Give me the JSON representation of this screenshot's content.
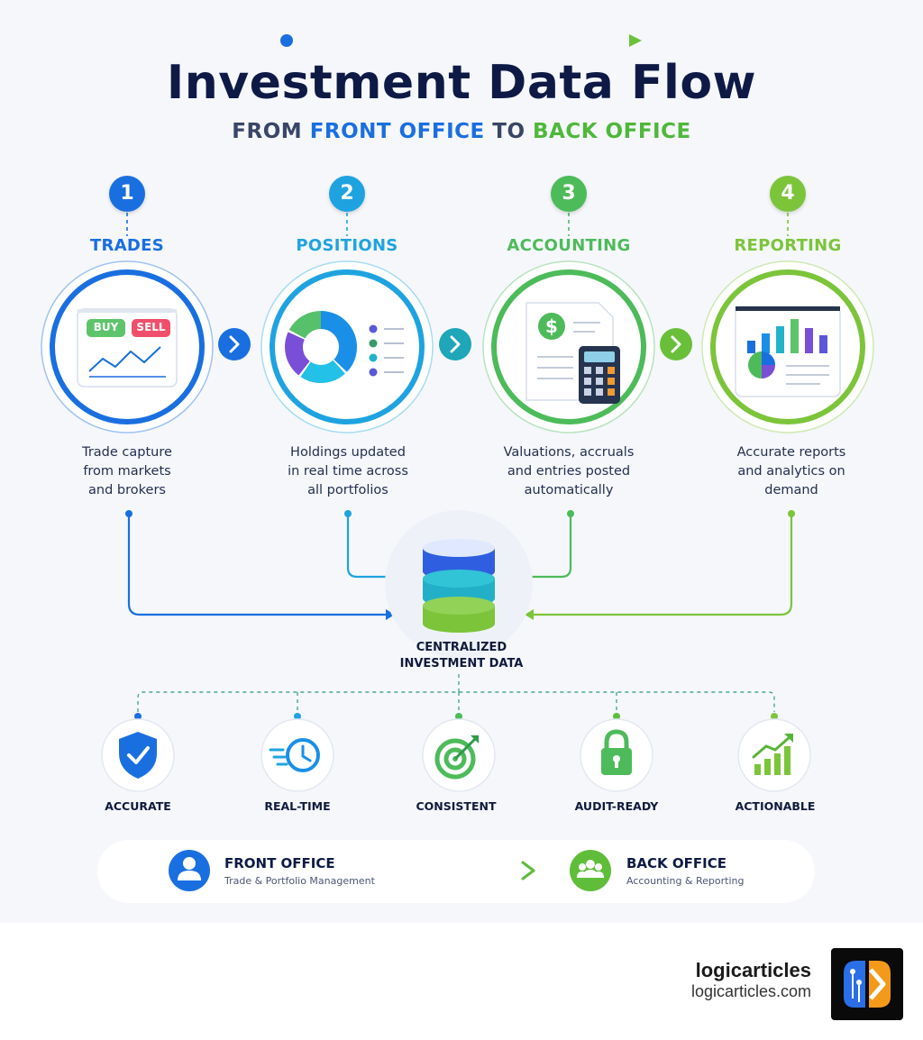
{
  "header": {
    "title": "Investment Data Flow",
    "subtitle_from": "FROM",
    "subtitle_front": "FRONT OFFICE",
    "subtitle_to": "TO",
    "subtitle_back": "BACK OFFICE"
  },
  "steps": [
    {
      "number": "1",
      "label": "TRADES",
      "desc": [
        "Trade capture",
        "from markets",
        "and brokers"
      ],
      "color": "#1a6fe0",
      "buy_label": "BUY",
      "sell_label": "SELL"
    },
    {
      "number": "2",
      "label": "POSITIONS",
      "desc": [
        "Holdings updated",
        "in real time across",
        "all portfolios"
      ],
      "color": "#1fa3e0"
    },
    {
      "number": "3",
      "label": "ACCOUNTING",
      "desc": [
        "Valuations, accruals",
        "and entries posted",
        "automatically"
      ],
      "color": "#4dbb5a",
      "currency_symbol": "$"
    },
    {
      "number": "4",
      "label": "REPORTING",
      "desc": [
        "Accurate reports",
        "and analytics on",
        "demand"
      ],
      "color": "#7cc43a"
    }
  ],
  "hub": {
    "line1": "CENTRALIZED",
    "line2": "INVESTMENT DATA"
  },
  "features": [
    {
      "label": "ACCURATE",
      "icon": "shield-check-icon"
    },
    {
      "label": "REAL-TIME",
      "icon": "clock-icon"
    },
    {
      "label": "CONSISTENT",
      "icon": "target-icon"
    },
    {
      "label": "AUDIT-READY",
      "icon": "lock-icon"
    },
    {
      "label": "ACTIONABLE",
      "icon": "growth-chart-icon"
    }
  ],
  "legend": {
    "front_title": "FRONT OFFICE",
    "front_sub": "Trade & Portfolio Management",
    "back_title": "BACK OFFICE",
    "back_sub": "Accounting & Reporting"
  },
  "brand": {
    "name": "logicarticles",
    "url": "logicarticles.com"
  },
  "colors": {
    "blue": "#1a6fe0",
    "cyan": "#1fa3e0",
    "green": "#4dbb5a",
    "lime": "#7cc43a",
    "navy": "#0e1a45"
  }
}
